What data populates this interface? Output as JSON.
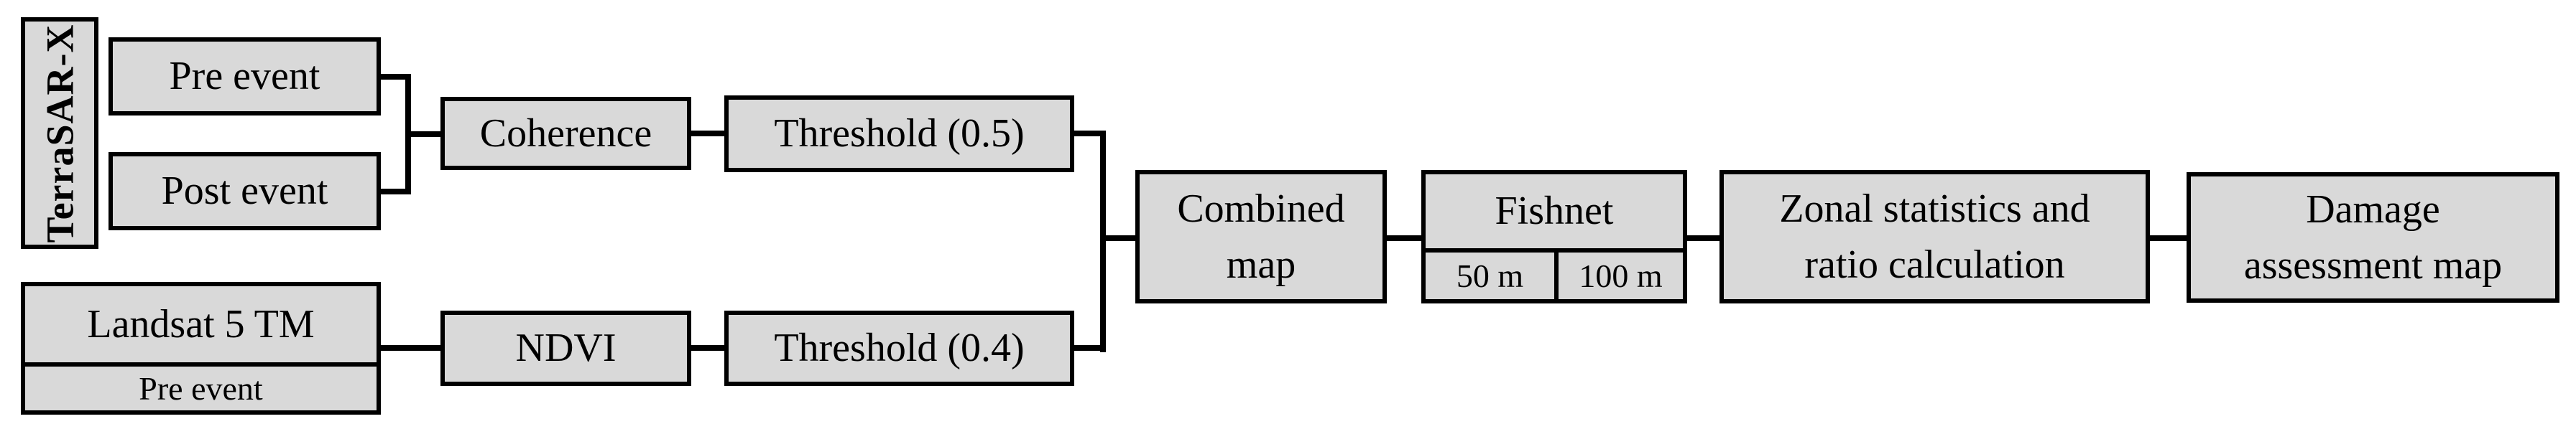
{
  "diagram": {
    "title_semantic": "Damage assessment workflow flowchart",
    "colors": {
      "box_fill": "#d9d9d9",
      "box_border": "#000000",
      "connector": "#000000",
      "background": "#ffffff"
    },
    "nodes": {
      "terrasar": {
        "label": "TerraSAR-X"
      },
      "pre_event": {
        "label": "Pre event"
      },
      "post_event": {
        "label": "Post event"
      },
      "landsat": {
        "title": "Landsat 5 TM",
        "subtitle": "Pre event"
      },
      "coherence": {
        "label": "Coherence"
      },
      "threshold_coherence": {
        "label": "Threshold (0.5)"
      },
      "ndvi": {
        "label": "NDVI"
      },
      "threshold_ndvi": {
        "label": "Threshold (0.4)"
      },
      "combined_map": {
        "line1": "Combined",
        "line2": "map"
      },
      "fishnet": {
        "title": "Fishnet",
        "cell_left": "50 m",
        "cell_right": "100 m"
      },
      "zonal": {
        "line1": "Zonal statistics and",
        "line2": "ratio calculation"
      },
      "damage": {
        "line1": "Damage",
        "line2": "assessment map"
      }
    },
    "edges": [
      {
        "from": "pre_event",
        "to": "coherence"
      },
      {
        "from": "post_event",
        "to": "coherence"
      },
      {
        "from": "landsat",
        "to": "ndvi"
      },
      {
        "from": "coherence",
        "to": "threshold_coherence"
      },
      {
        "from": "ndvi",
        "to": "threshold_ndvi"
      },
      {
        "from": "threshold_coherence",
        "to": "combined_map"
      },
      {
        "from": "threshold_ndvi",
        "to": "combined_map"
      },
      {
        "from": "combined_map",
        "to": "fishnet"
      },
      {
        "from": "fishnet",
        "to": "zonal"
      },
      {
        "from": "zonal",
        "to": "damage"
      }
    ]
  }
}
